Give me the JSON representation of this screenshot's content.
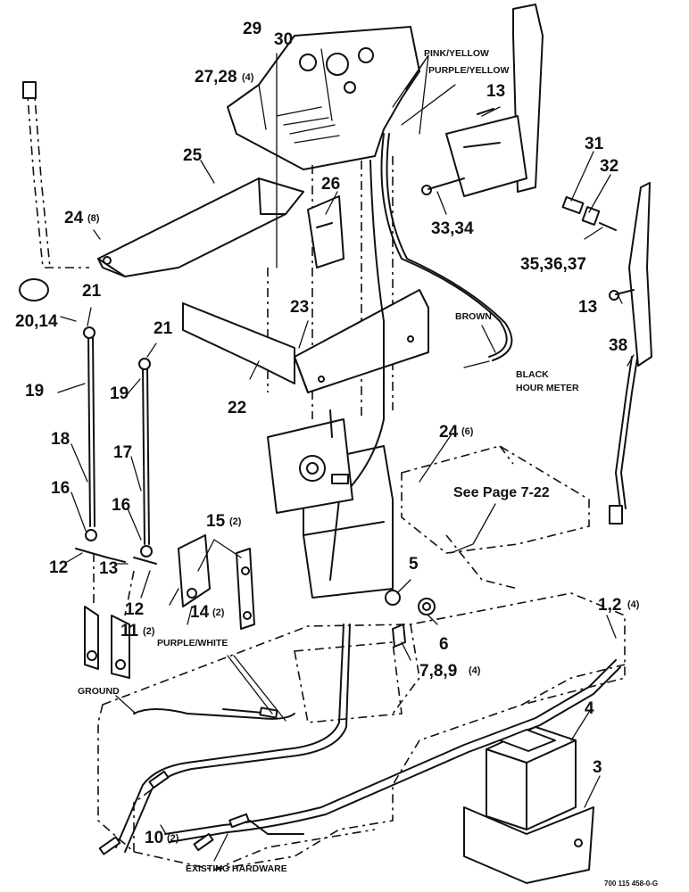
{
  "callouts": {
    "c1_2": "1,2",
    "c1_2_q": "(4)",
    "c3": "3",
    "c4": "4",
    "c5": "5",
    "c6": "6",
    "c7_8_9": "7,8,9",
    "c7_8_9_q": "(4)",
    "c10": "10",
    "c10_q": "(2)",
    "c11": "11",
    "c11_q": "(2)",
    "c12a": "12",
    "c12b": "12",
    "c13a": "13",
    "c13b": "13",
    "c13c": "13",
    "c14": "14",
    "c14_q": "(2)",
    "c15": "15",
    "c15_q": "(2)",
    "c16a": "16",
    "c16b": "16",
    "c17": "17",
    "c18": "18",
    "c19a": "19",
    "c19b": "19",
    "c20_14": "20,14",
    "c21a": "21",
    "c21b": "21",
    "c22": "22",
    "c23": "23",
    "c24a": "24",
    "c24a_q": "(8)",
    "c24b": "24",
    "c24b_q": "(6)",
    "c25": "25",
    "c26": "26",
    "c27_28": "27,28",
    "c27_28_q": "(4)",
    "c29": "29",
    "c30": "30",
    "c31": "31",
    "c32": "32",
    "c33_34": "33,34",
    "c35_36_37": "35,36,37",
    "c38": "38"
  },
  "notes": {
    "pink_yellow": "PINK/YELLOW",
    "purple_yellow": "PURPLE/YELLOW",
    "brown": "BROWN",
    "black": "BLACK",
    "hour_meter": "HOUR METER",
    "purple_white": "PURPLE/WHITE",
    "ground": "GROUND",
    "existing_hardware": "EXISTING HARDWARE",
    "see_page": "See Page 7-22"
  },
  "footer": {
    "drawing_number": "700 115 458-0-G"
  }
}
